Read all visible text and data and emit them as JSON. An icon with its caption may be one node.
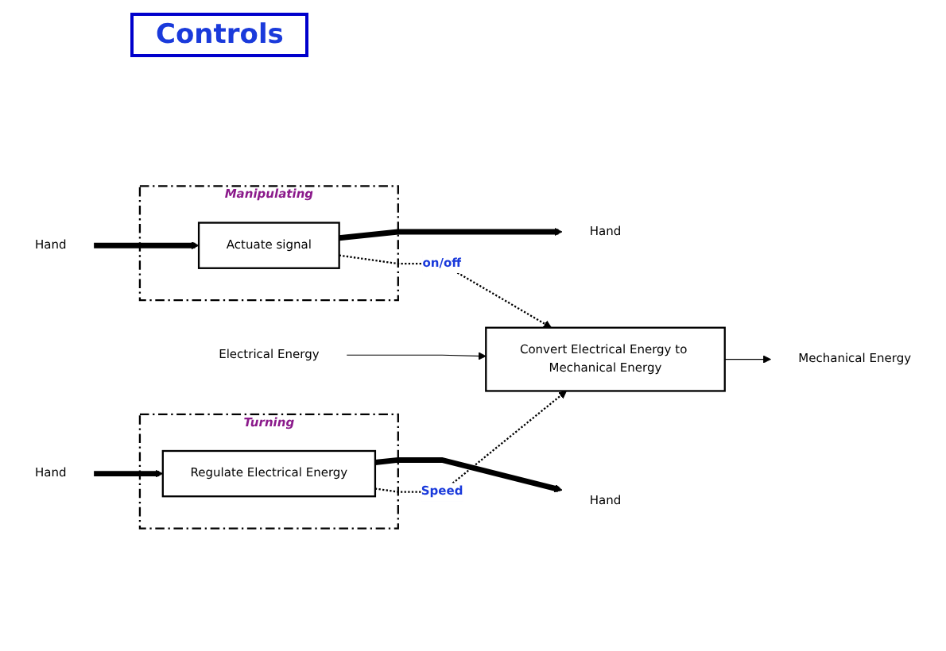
{
  "diagram": {
    "title": "Controls",
    "nodes": [
      {
        "text": [
          "Manipulating"
        ]
      },
      {
        "text": [
          "Actuate signal"
        ],
        "in": 0
      },
      {
        "text": [
          "Turning"
        ]
      },
      {
        "text": [
          "Regulate Electrical Energy"
        ],
        "in": 2
      },
      {
        "text": [
          "Convert Electrical Energy to Mechanical Energy"
        ]
      },
      {
        "text": [
          "Hand"
        ]
      },
      {
        "text": [
          "Hand"
        ]
      },
      {
        "text": [
          "Hand"
        ]
      },
      {
        "text": [
          "Hand"
        ]
      },
      {
        "text": [
          "Electrical Energy"
        ]
      },
      {
        "text": [
          "Mechanical Energy"
        ]
      }
    ],
    "edges": [
      {
        "from": 5,
        "to": 1,
        "arrow": "to",
        "style": "thick"
      },
      {
        "from": 1,
        "to": 6,
        "arrow": "to",
        "style": "thick"
      },
      {
        "from": 1,
        "to": 4,
        "arrow": "to",
        "style": "dashed",
        "label": "on/off"
      },
      {
        "from": 7,
        "to": 3,
        "arrow": "to",
        "style": "thick"
      },
      {
        "from": 3,
        "to": 8,
        "arrow": "to",
        "style": "thick"
      },
      {
        "from": 3,
        "to": 4,
        "arrow": "to",
        "style": "dashed",
        "label": "Speed"
      },
      {
        "from": 9,
        "to": 4,
        "arrow": "to"
      },
      {
        "from": 4,
        "to": 10,
        "arrow": "to"
      }
    ]
  }
}
